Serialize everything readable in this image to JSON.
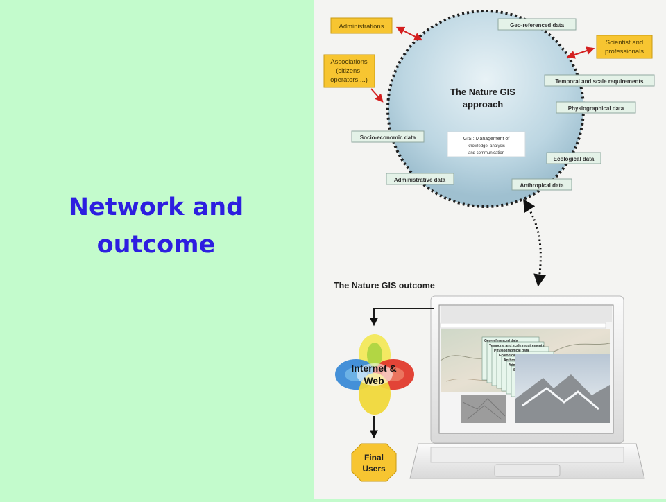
{
  "slide": {
    "title": "Network and\noutcome"
  },
  "approach": {
    "title_line1": "The Nature GIS",
    "title_line2": "approach",
    "gis_line1": "GIS : Management of",
    "gis_line2": "knowledge, analysis",
    "gis_line3": "and communication"
  },
  "actors": {
    "administrations": "Administrations",
    "scientists_line1": "Scientist and",
    "scientists_line2": "professionals",
    "associations_line1": "Associations",
    "associations_line2": "(citizens,",
    "associations_line3": "operators,...)"
  },
  "data_labels": {
    "geo_referenced": "Geo-referenced data",
    "temporal_scale": "Temporal and scale requirements",
    "physiographical": "Physiographical data",
    "ecological": "Ecological data",
    "anthropical": "Anthropical data",
    "administrative": "Administrative data",
    "socio_economic": "Socio-economic data"
  },
  "outcome": {
    "title": "The Nature GIS outcome",
    "internet_line1": "Internet &",
    "internet_line2": "Web",
    "users_line1": "Final",
    "users_line2": "Users"
  },
  "screen_layers": [
    "Geo-referenced data",
    "Temporal and scale requirements",
    "Physiographical data",
    "Ecological data",
    "Anthropical data",
    "Administrative data",
    "Socio-economic data"
  ],
  "colors": {
    "left_background": "#c3fbcc",
    "title_text": "#2d1ee0",
    "actor_box": "#f7c531",
    "data_label_fill": "#e4f2e8",
    "arrow_red": "#d42020",
    "circle_dots": "#1f1f1f"
  }
}
